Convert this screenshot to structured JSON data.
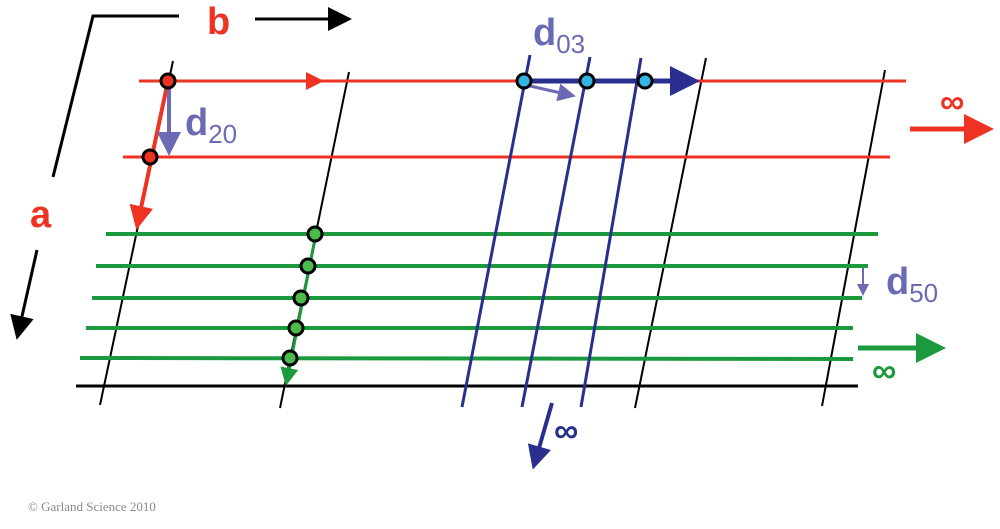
{
  "labels": {
    "a": "a",
    "b": "b",
    "d20_main": "d",
    "d20_sub": "20",
    "d03_main": "d",
    "d03_sub": "03",
    "d50_main": "d",
    "d50_sub": "50",
    "infinity_red": "∞",
    "infinity_green": "∞",
    "infinity_blue": "∞"
  },
  "copyright": "© Garland Science 2010",
  "colors": {
    "red": "#ee3322",
    "green": "#1a9a3c",
    "blue": "#2a2f8f",
    "lavender": "#6b6bb5",
    "cyan_dot": "#33b5e5",
    "green_dot": "#4cbb4c",
    "black": "#000000"
  }
}
